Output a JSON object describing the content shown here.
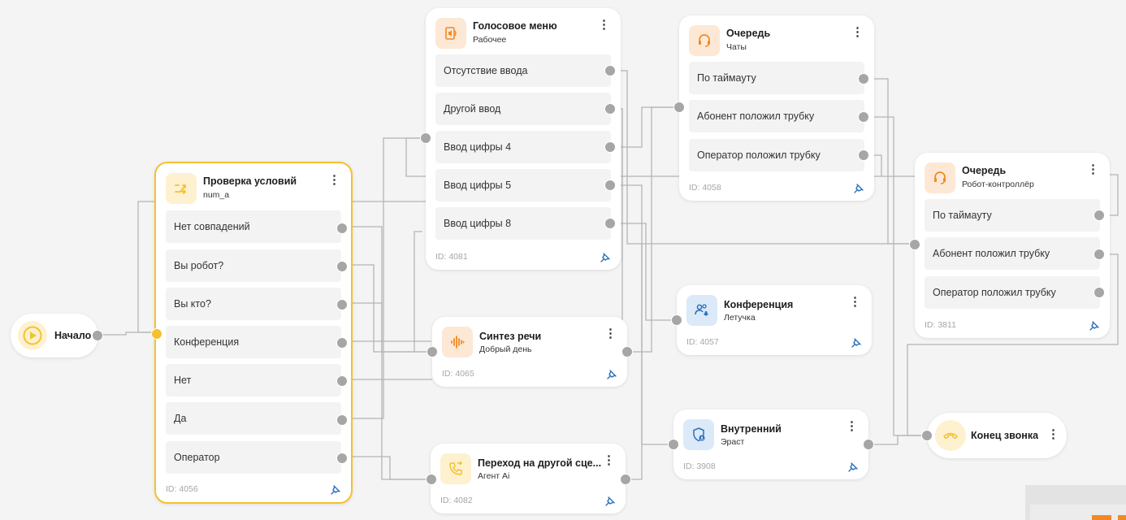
{
  "start": {
    "label": "Начало"
  },
  "nodes": {
    "check": {
      "title": "Проверка условий",
      "subtitle": "num_a",
      "id": "ID: 4056",
      "items": [
        "Нет совпадений",
        "Вы робот?",
        "Вы кто?",
        "Конференция",
        "Нет",
        "Да",
        "Оператор"
      ]
    },
    "voice": {
      "title": "Голосовое меню",
      "subtitle": "Рабочее",
      "id": "ID: 4081",
      "items": [
        "Отсутствие ввода",
        "Другой ввод",
        "Ввод цифры 4",
        "Ввод цифры 5",
        "Ввод цифры 8"
      ]
    },
    "queue1": {
      "title": "Очередь",
      "subtitle": "Чаты",
      "id": "ID: 4058",
      "items": [
        "По таймауту",
        "Абонент положил трубку",
        "Оператор положил трубку"
      ]
    },
    "queue2": {
      "title": "Очередь",
      "subtitle": "Робот-контроллёр",
      "id": "ID: 3811",
      "items": [
        "По таймауту",
        "Абонент положил трубку",
        "Оператор положил трубку"
      ]
    },
    "synth": {
      "title": "Синтез речи",
      "subtitle": "Добрый день",
      "id": "ID: 4065"
    },
    "transfer": {
      "title": "Переход на другой сце...",
      "subtitle": "Агент Ai",
      "id": "ID: 4082"
    },
    "conf": {
      "title": "Конференция",
      "subtitle": "Летучка",
      "id": "ID: 4057"
    },
    "internal": {
      "title": "Внутренний",
      "subtitle": "Эраст",
      "id": "ID: 3908"
    }
  },
  "end": {
    "label": "Конец звонка"
  },
  "icons": {
    "start": "play-icon",
    "check": "split-arrows-icon",
    "voice": "speaker-menu-icon",
    "queue": "headset-icon",
    "synth": "sound-wave-icon",
    "transfer": "phone-forward-icon",
    "conf": "users-mic-icon",
    "internal": "shield-user-icon",
    "end": "hang-up-icon",
    "menu": "more-vertical-icon",
    "pin": "pin-icon"
  },
  "colors": {
    "accent": "#f5c12e",
    "orange": "#f08a24",
    "port": "#a6a6a6",
    "wire": "#b5b5b5"
  }
}
